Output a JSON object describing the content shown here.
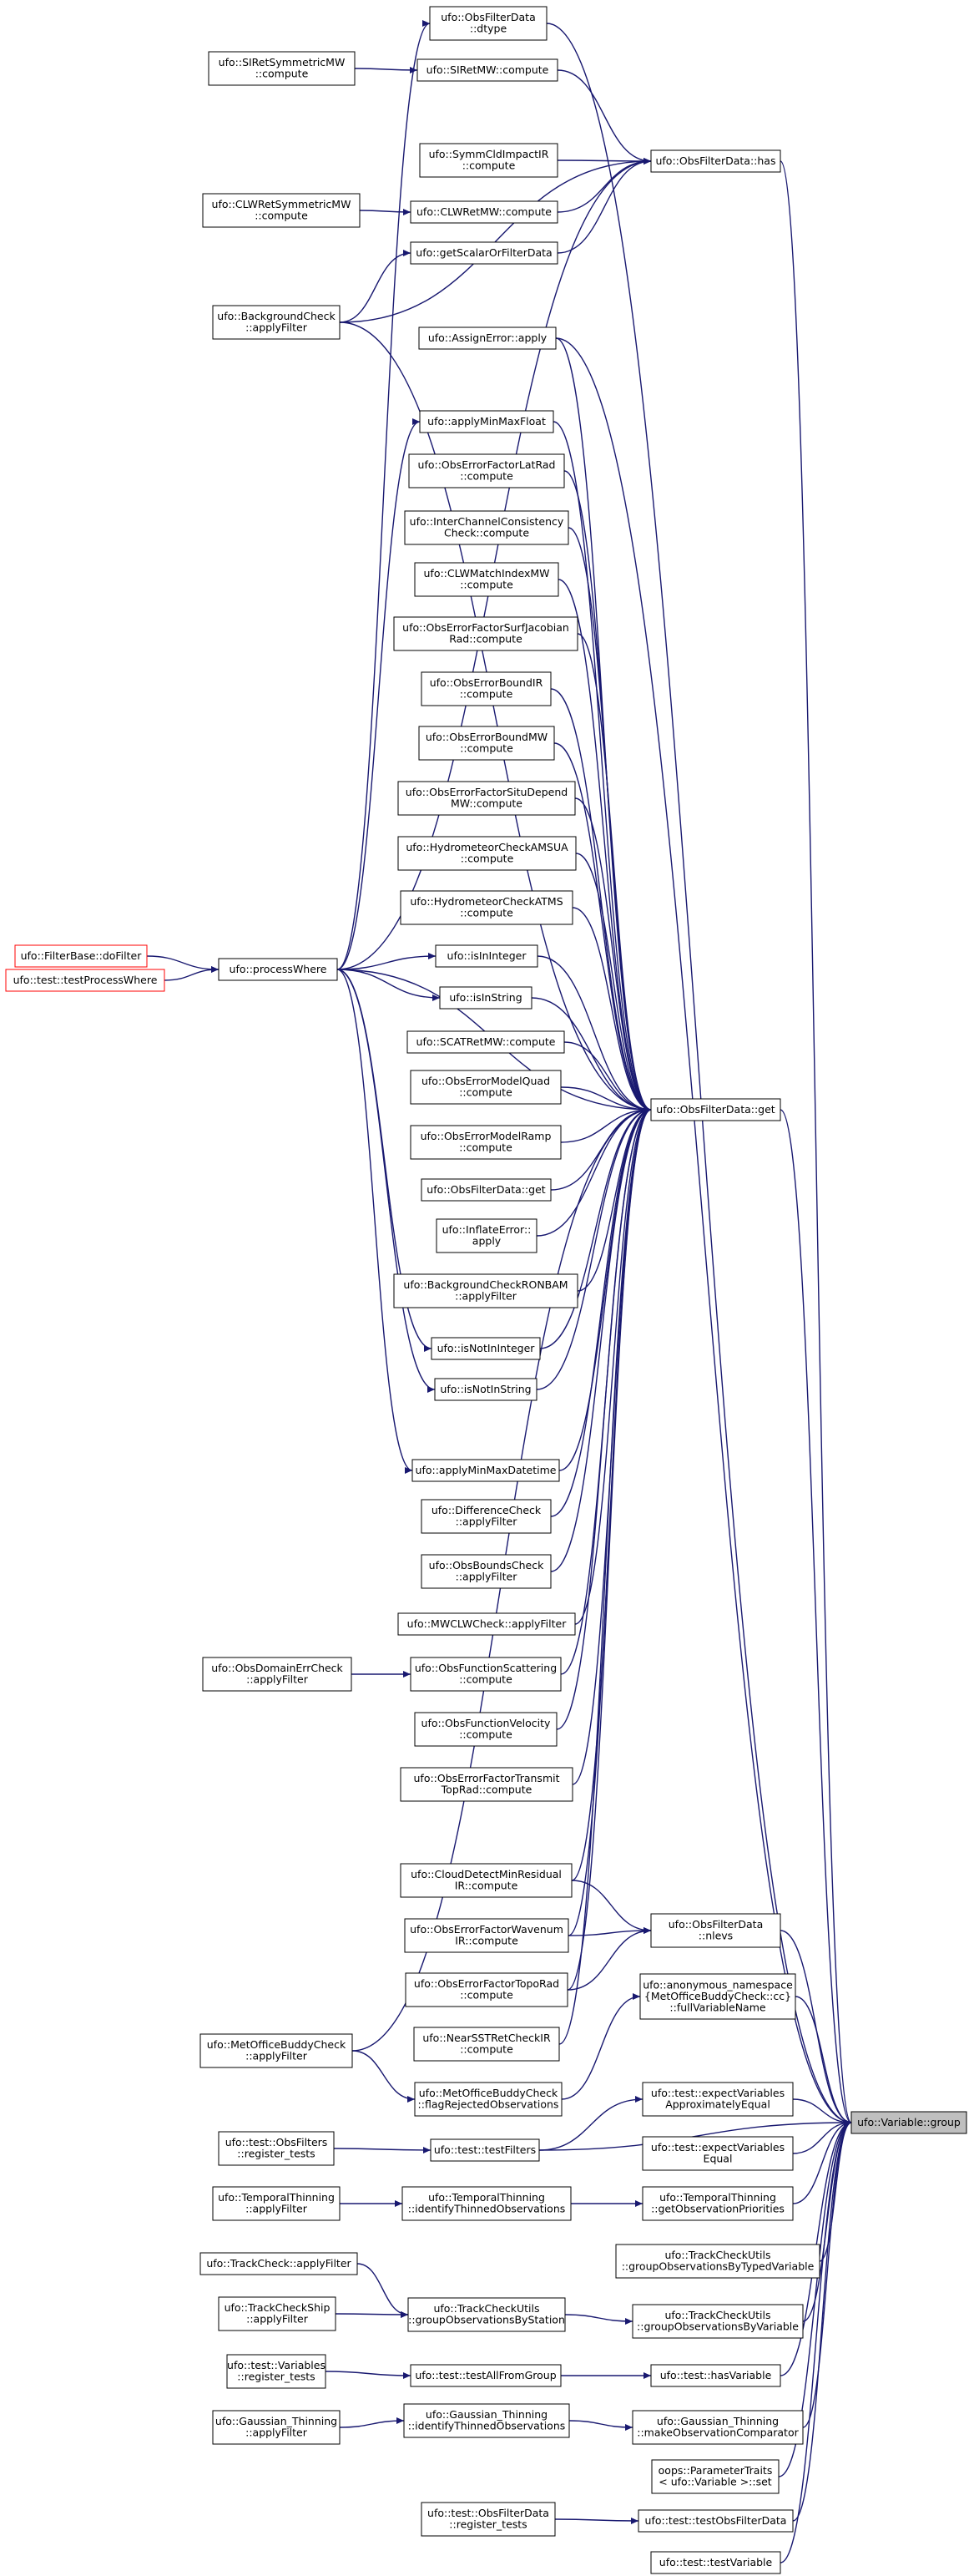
{
  "colors": {
    "edge": "#191970",
    "node_border": "#000000",
    "external_border": "#ff0000",
    "root_fill": "#bfbfbf",
    "background": "#ffffff"
  },
  "nodes": [
    {
      "id": "root",
      "lines": [
        "ufo::Variable::group"
      ],
      "kind": "root"
    },
    {
      "id": "dtype",
      "lines": [
        "ufo::ObsFilterData",
        "::dtype"
      ]
    },
    {
      "id": "siret_mw",
      "lines": [
        "ufo::SIRetMW::compute"
      ]
    },
    {
      "id": "siret_sym",
      "lines": [
        "ufo::SIRetSymmetricMW",
        "::compute"
      ]
    },
    {
      "id": "symmcld",
      "lines": [
        "ufo::SymmCldImpactIR",
        "::compute"
      ]
    },
    {
      "id": "has",
      "lines": [
        "ufo::ObsFilterData::has"
      ]
    },
    {
      "id": "clwret_sym",
      "lines": [
        "ufo::CLWRetSymmetricMW",
        "::compute"
      ]
    },
    {
      "id": "clwret",
      "lines": [
        "ufo::CLWRetMW::compute"
      ]
    },
    {
      "id": "getscalar",
      "lines": [
        "ufo::getScalarOrFilterData"
      ]
    },
    {
      "id": "bgcheck",
      "lines": [
        "ufo::BackgroundCheck",
        "::applyFilter"
      ]
    },
    {
      "id": "assignerr",
      "lines": [
        "ufo::AssignError::apply"
      ]
    },
    {
      "id": "minmaxfloat",
      "lines": [
        "ufo::applyMinMaxFloat"
      ]
    },
    {
      "id": "oeflatrad",
      "lines": [
        "ufo::ObsErrorFactorLatRad",
        "::compute"
      ]
    },
    {
      "id": "interchan",
      "lines": [
        "ufo::InterChannelConsistency",
        "Check::compute"
      ]
    },
    {
      "id": "clwmatch",
      "lines": [
        "ufo::CLWMatchIndexMW",
        "::compute"
      ]
    },
    {
      "id": "oefsurfjac",
      "lines": [
        "ufo::ObsErrorFactorSurfJacobian",
        "Rad::compute"
      ]
    },
    {
      "id": "oeboundir",
      "lines": [
        "ufo::ObsErrorBoundIR",
        "::compute"
      ]
    },
    {
      "id": "oeboundmw",
      "lines": [
        "ufo::ObsErrorBoundMW",
        "::compute"
      ]
    },
    {
      "id": "oefsitu",
      "lines": [
        "ufo::ObsErrorFactorSituDepend",
        "MW::compute"
      ]
    },
    {
      "id": "hydroamsua",
      "lines": [
        "ufo::HydrometeorCheckAMSUA",
        "::compute"
      ]
    },
    {
      "id": "hydroatms",
      "lines": [
        "ufo::HydrometeorCheckATMS",
        "::compute"
      ]
    },
    {
      "id": "dofilter",
      "lines": [
        "ufo::FilterBase::doFilter"
      ],
      "kind": "red"
    },
    {
      "id": "testprocwhere",
      "lines": [
        "ufo::test::testProcessWhere"
      ],
      "kind": "red"
    },
    {
      "id": "procwhere",
      "lines": [
        "ufo::processWhere"
      ]
    },
    {
      "id": "isininteger",
      "lines": [
        "ufo::isInInteger"
      ]
    },
    {
      "id": "isinstring",
      "lines": [
        "ufo::isInString"
      ]
    },
    {
      "id": "scatret",
      "lines": [
        "ufo::SCATRetMW::compute"
      ]
    },
    {
      "id": "oemquad",
      "lines": [
        "ufo::ObsErrorModelQuad",
        "::compute"
      ]
    },
    {
      "id": "get",
      "lines": [
        "ufo::ObsFilterData::get"
      ]
    },
    {
      "id": "oemramp",
      "lines": [
        "ufo::ObsErrorModelRamp",
        "::compute"
      ]
    },
    {
      "id": "get2",
      "lines": [
        "ufo::ObsFilterData::get"
      ]
    },
    {
      "id": "inflate",
      "lines": [
        "ufo::InflateError::",
        "apply"
      ]
    },
    {
      "id": "bgronbam",
      "lines": [
        "ufo::BackgroundCheckRONBAM",
        "::applyFilter"
      ]
    },
    {
      "id": "isnotininteger",
      "lines": [
        "ufo::isNotInInteger"
      ]
    },
    {
      "id": "isnotinstring",
      "lines": [
        "ufo::isNotInString"
      ]
    },
    {
      "id": "minmaxdatetime",
      "lines": [
        "ufo::applyMinMaxDatetime"
      ]
    },
    {
      "id": "diffcheck",
      "lines": [
        "ufo::DifferenceCheck",
        "::applyFilter"
      ]
    },
    {
      "id": "boundscheck",
      "lines": [
        "ufo::ObsBoundsCheck",
        "::applyFilter"
      ]
    },
    {
      "id": "mwclw",
      "lines": [
        "ufo::MWCLWCheck::applyFilter"
      ]
    },
    {
      "id": "domainerr",
      "lines": [
        "ufo::ObsDomainErrCheck",
        "::applyFilter"
      ]
    },
    {
      "id": "funcscatt",
      "lines": [
        "ufo::ObsFunctionScattering",
        "::compute"
      ]
    },
    {
      "id": "funcvel",
      "lines": [
        "ufo::ObsFunctionVelocity",
        "::compute"
      ]
    },
    {
      "id": "oeftransmit",
      "lines": [
        "ufo::ObsErrorFactorTransmit",
        "TopRad::compute"
      ]
    },
    {
      "id": "clddetect",
      "lines": [
        "ufo::CloudDetectMinResidual",
        "IR::compute"
      ]
    },
    {
      "id": "nlevs",
      "lines": [
        "ufo::ObsFilterData",
        "::nlevs"
      ]
    },
    {
      "id": "moboddy",
      "lines": [
        "ufo::MetOfficeBuddyCheck",
        "::applyFilter"
      ]
    },
    {
      "id": "oefwavenum",
      "lines": [
        "ufo::ObsErrorFactorWavenum",
        "IR::compute"
      ]
    },
    {
      "id": "fullvarname",
      "lines": [
        "ufo::anonymous_namespace",
        "{MetOfficeBuddyCheck::cc}",
        "::fullVariableName"
      ]
    },
    {
      "id": "oeftopo",
      "lines": [
        "ufo::ObsErrorFactorTopoRad",
        "::compute"
      ]
    },
    {
      "id": "nearsst",
      "lines": [
        "ufo::NearSSTRetCheckIR",
        "::compute"
      ]
    },
    {
      "id": "flagrejected",
      "lines": [
        "ufo::MetOfficeBuddyCheck",
        "::flagRejectedObservations"
      ]
    },
    {
      "id": "expvarsapprox",
      "lines": [
        "ufo::test::expectVariables",
        "ApproximatelyEqual"
      ]
    },
    {
      "id": "obsfilters_reg",
      "lines": [
        "ufo::test::ObsFilters",
        "::register_tests"
      ]
    },
    {
      "id": "testfilters",
      "lines": [
        "ufo::test::testFilters"
      ]
    },
    {
      "id": "expvarsequal",
      "lines": [
        "ufo::test::expectVariables",
        "Equal"
      ]
    },
    {
      "id": "tempthin_apply",
      "lines": [
        "ufo::TemporalThinning",
        "::applyFilter"
      ]
    },
    {
      "id": "tempthin_ident",
      "lines": [
        "ufo::TemporalThinning",
        "::identifyThinnedObservations"
      ]
    },
    {
      "id": "tempthin_prio",
      "lines": [
        "ufo::TemporalThinning",
        "::getObservationPriorities"
      ]
    },
    {
      "id": "tcu_typedvar",
      "lines": [
        "ufo::TrackCheckUtils",
        "::groupObservationsByTypedVariable"
      ]
    },
    {
      "id": "trackcheck",
      "lines": [
        "ufo::TrackCheck::applyFilter"
      ]
    },
    {
      "id": "trackcheckship",
      "lines": [
        "ufo::TrackCheckShip",
        "::applyFilter"
      ]
    },
    {
      "id": "tcu_station",
      "lines": [
        "ufo::TrackCheckUtils",
        "::groupObservationsByStation"
      ]
    },
    {
      "id": "tcu_variable",
      "lines": [
        "ufo::TrackCheckUtils",
        "::groupObservationsByVariable"
      ]
    },
    {
      "id": "vars_reg",
      "lines": [
        "ufo::test::Variables",
        "::register_tests"
      ]
    },
    {
      "id": "testallfromgroup",
      "lines": [
        "ufo::test::testAllFromGroup"
      ]
    },
    {
      "id": "hasvariable",
      "lines": [
        "ufo::test::hasVariable"
      ]
    },
    {
      "id": "gauss_apply",
      "lines": [
        "ufo::Gaussian_Thinning",
        "::applyFilter"
      ]
    },
    {
      "id": "gauss_ident",
      "lines": [
        "ufo::Gaussian_Thinning",
        "::identifyThinnedObservations"
      ]
    },
    {
      "id": "gauss_comp",
      "lines": [
        "ufo::Gaussian_Thinning",
        "::makeObservationComparator"
      ]
    },
    {
      "id": "paramtraits",
      "lines": [
        "oops::ParameterTraits",
        "< ufo::Variable >::set"
      ]
    },
    {
      "id": "ofd_reg",
      "lines": [
        "ufo::test::ObsFilterData",
        "::register_tests"
      ]
    },
    {
      "id": "testofd",
      "lines": [
        "ufo::test::testObsFilterData"
      ]
    },
    {
      "id": "testvariable",
      "lines": [
        "ufo::test::testVariable"
      ]
    }
  ],
  "edges": [
    [
      "dtype",
      "root"
    ],
    [
      "siret_sym",
      "siret_mw"
    ],
    [
      "siret_mw",
      "has"
    ],
    [
      "symmcld",
      "has"
    ],
    [
      "has",
      "root"
    ],
    [
      "clwret_sym",
      "clwret"
    ],
    [
      "clwret",
      "has"
    ],
    [
      "getscalar",
      "has"
    ],
    [
      "bgcheck",
      "getscalar"
    ],
    [
      "bgcheck",
      "has"
    ],
    [
      "bgcheck",
      "get"
    ],
    [
      "assignerr",
      "get"
    ],
    [
      "assignerr",
      "root"
    ],
    [
      "minmaxfloat",
      "get"
    ],
    [
      "oeflatrad",
      "get"
    ],
    [
      "interchan",
      "get"
    ],
    [
      "clwmatch",
      "get"
    ],
    [
      "oefsurfjac",
      "get"
    ],
    [
      "oeboundir",
      "get"
    ],
    [
      "oeboundmw",
      "get"
    ],
    [
      "oefsitu",
      "get"
    ],
    [
      "hydroamsua",
      "get"
    ],
    [
      "hydroatms",
      "get"
    ],
    [
      "dofilter",
      "procwhere"
    ],
    [
      "testprocwhere",
      "procwhere"
    ],
    [
      "procwhere",
      "isininteger"
    ],
    [
      "procwhere",
      "isinstring"
    ],
    [
      "procwhere",
      "minmaxfloat"
    ],
    [
      "procwhere",
      "isnotininteger"
    ],
    [
      "procwhere",
      "isnotinstring"
    ],
    [
      "procwhere",
      "minmaxdatetime"
    ],
    [
      "procwhere",
      "dtype"
    ],
    [
      "procwhere",
      "has"
    ],
    [
      "procwhere",
      "get"
    ],
    [
      "isininteger",
      "get"
    ],
    [
      "isinstring",
      "get"
    ],
    [
      "scatret",
      "get"
    ],
    [
      "oemquad",
      "get"
    ],
    [
      "oemramp",
      "get"
    ],
    [
      "get2",
      "get"
    ],
    [
      "inflate",
      "get"
    ],
    [
      "bgronbam",
      "get"
    ],
    [
      "isnotininteger",
      "get"
    ],
    [
      "isnotinstring",
      "get"
    ],
    [
      "minmaxdatetime",
      "get"
    ],
    [
      "diffcheck",
      "get"
    ],
    [
      "boundscheck",
      "get"
    ],
    [
      "mwclw",
      "get"
    ],
    [
      "domainerr",
      "funcscatt"
    ],
    [
      "funcscatt",
      "get"
    ],
    [
      "funcvel",
      "get"
    ],
    [
      "oeftransmit",
      "get"
    ],
    [
      "clddetect",
      "get"
    ],
    [
      "clddetect",
      "nlevs"
    ],
    [
      "moboddy",
      "get"
    ],
    [
      "moboddy",
      "flagrejected"
    ],
    [
      "oefwavenum",
      "nlevs"
    ],
    [
      "oefwavenum",
      "get"
    ],
    [
      "oeftopo",
      "nlevs"
    ],
    [
      "oeftopo",
      "get"
    ],
    [
      "nearsst",
      "get"
    ],
    [
      "flagrejected",
      "fullvarname"
    ],
    [
      "get",
      "root"
    ],
    [
      "nlevs",
      "root"
    ],
    [
      "fullvarname",
      "root"
    ],
    [
      "expvarsapprox",
      "root"
    ],
    [
      "testfilters",
      "expvarsapprox"
    ],
    [
      "testfilters",
      "root"
    ],
    [
      "obsfilters_reg",
      "testfilters"
    ],
    [
      "expvarsequal",
      "root"
    ],
    [
      "tempthin_apply",
      "tempthin_ident"
    ],
    [
      "tempthin_ident",
      "tempthin_prio"
    ],
    [
      "tempthin_prio",
      "root"
    ],
    [
      "tcu_typedvar",
      "root"
    ],
    [
      "trackcheck",
      "tcu_station"
    ],
    [
      "trackcheckship",
      "tcu_station"
    ],
    [
      "tcu_station",
      "tcu_variable"
    ],
    [
      "tcu_variable",
      "root"
    ],
    [
      "vars_reg",
      "testallfromgroup"
    ],
    [
      "testallfromgroup",
      "hasvariable"
    ],
    [
      "hasvariable",
      "root"
    ],
    [
      "gauss_apply",
      "gauss_ident"
    ],
    [
      "gauss_ident",
      "gauss_comp"
    ],
    [
      "gauss_comp",
      "root"
    ],
    [
      "paramtraits",
      "root"
    ],
    [
      "ofd_reg",
      "testofd"
    ],
    [
      "testofd",
      "root"
    ],
    [
      "testvariable",
      "root"
    ]
  ]
}
